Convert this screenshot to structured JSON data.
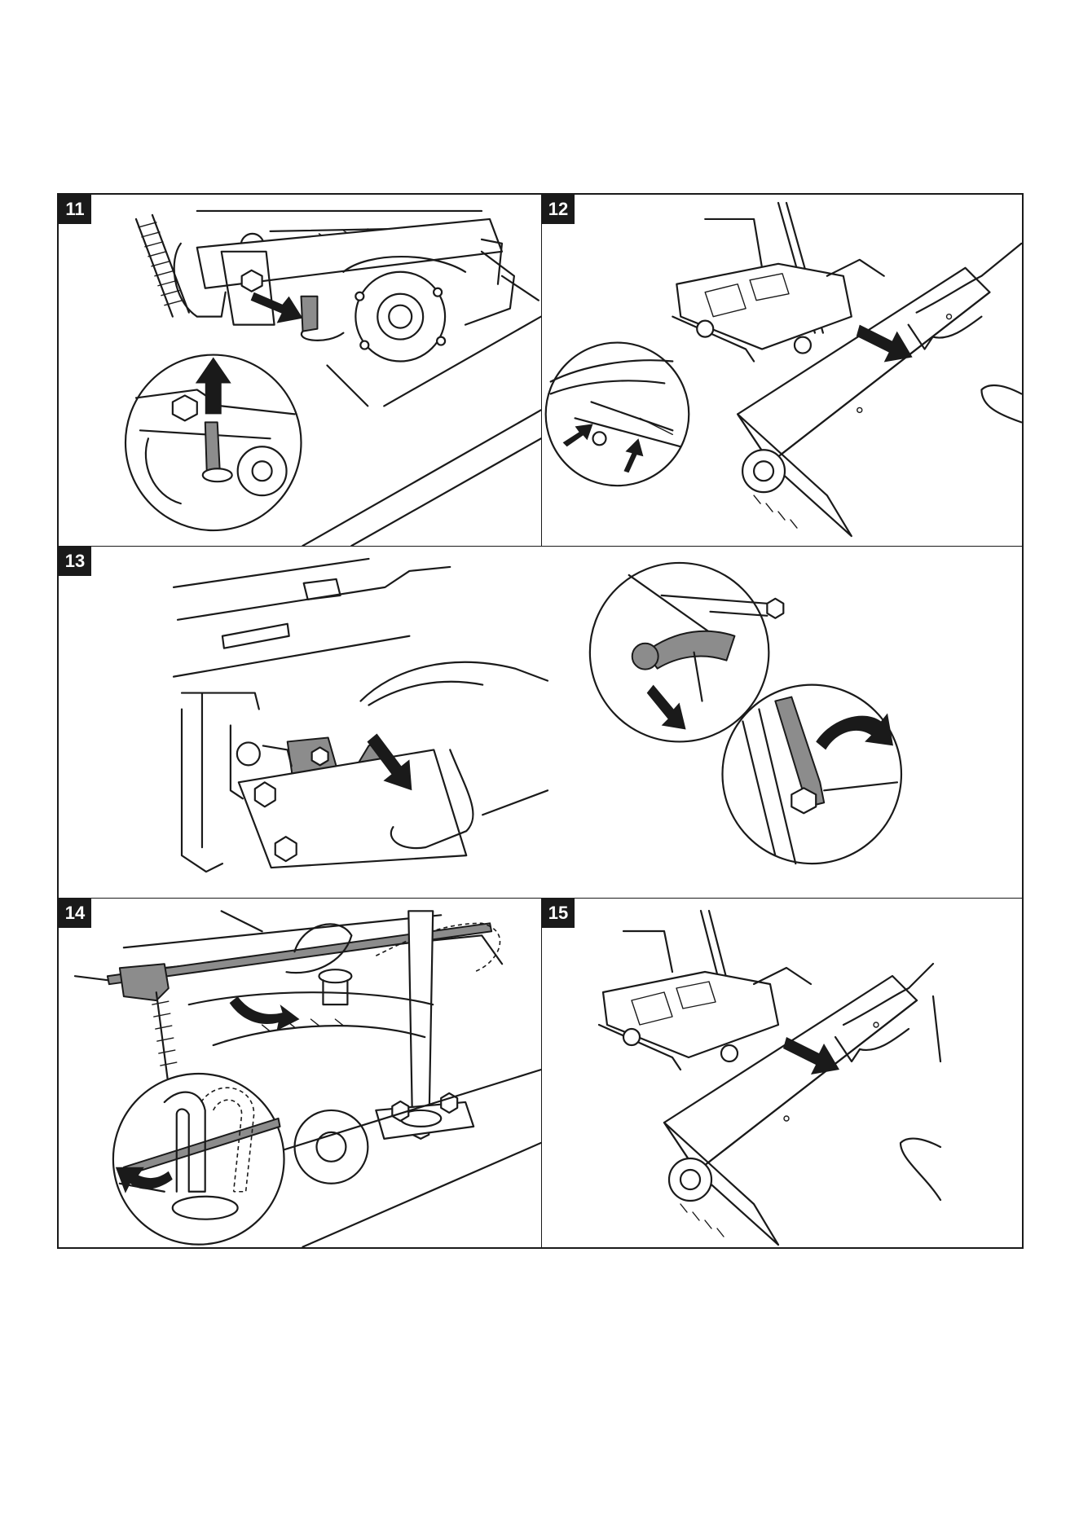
{
  "figures": [
    {
      "number": "11"
    },
    {
      "number": "12"
    },
    {
      "number": "13"
    },
    {
      "number": "14"
    },
    {
      "number": "15"
    }
  ]
}
